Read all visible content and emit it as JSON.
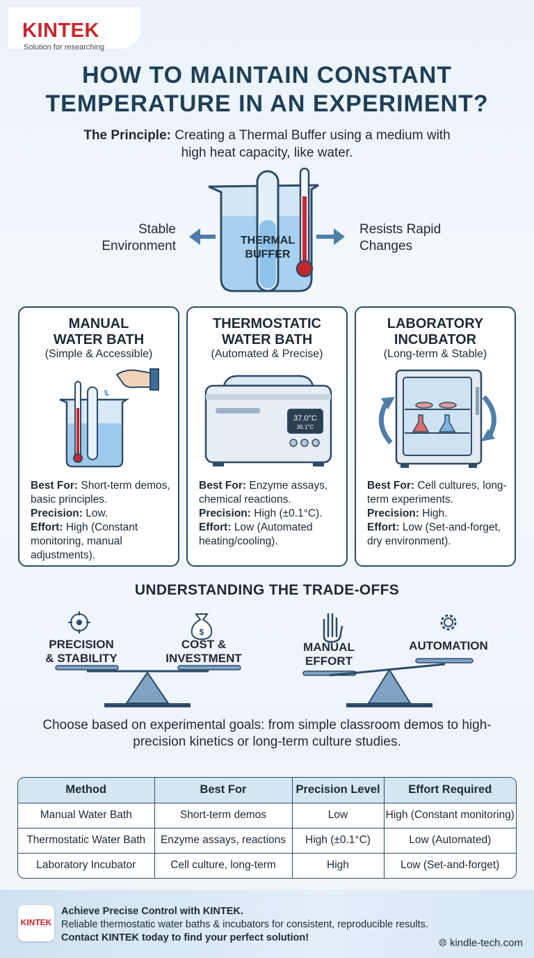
{
  "brand": {
    "logo_word": "KINTEK",
    "tagline": "Solution for researching",
    "accent": "#c8262d",
    "navy": "#1f3f57"
  },
  "header": {
    "title_line1": "HOW TO MAINTAIN CONSTANT",
    "title_line2": "TEMPERATURE IN AN EXPERIMENT?"
  },
  "principle": {
    "label": "The Principle:",
    "text": "Creating a Thermal Buffer using a medium with high heat capacity, like water."
  },
  "buffer": {
    "left_label": "Stable Environment",
    "right_label": "Resists Rapid Changes",
    "center_label": "THERMAL BUFFER"
  },
  "cards": [
    {
      "title": "MANUAL WATER BATH",
      "subtitle": "(Simple & Accessible)",
      "best_for_label": "Best For:",
      "best_for": "Short-term demos, basic principles.",
      "precision_label": "Precision:",
      "precision": "Low.",
      "effort_label": "Effort:",
      "effort": "High (Constant monitoring, manual adjustments)."
    },
    {
      "title": "THERMOSTATIC WATER BATH",
      "subtitle": "(Automated & Precise)",
      "display_main": "37.0°C",
      "display_sub": "30.1°C",
      "best_for_label": "Best For:",
      "best_for": "Enzyme assays, chemical reactions.",
      "precision_label": "Precision:",
      "precision": "High (±0.1°C).",
      "effort_label": "Effort:",
      "effort": "Low (Automated heating/cooling)."
    },
    {
      "title": "LABORATORY INCUBATOR",
      "subtitle": "(Long-term & Stable)",
      "best_for_label": "Best For:",
      "best_for": "Cell cultures, long-term experiments.",
      "precision_label": "Precision:",
      "precision": "High.",
      "effort_label": "Effort:",
      "effort": "Low (Set-and-forget, dry environment)."
    }
  ],
  "tradeoffs": {
    "title": "UNDERSTANDING THE TRADE-OFFS",
    "scale1": {
      "left": "PRECISION & STABILITY",
      "right": "COST & INVESTMENT"
    },
    "scale2": {
      "left": "MANUAL EFFORT",
      "right": "AUTOMATION"
    },
    "summary": "Choose based on experimental goals: from simple classroom demos to high-precision kinetics or long-term culture studies."
  },
  "table": {
    "headers": [
      "Method",
      "Best For",
      "Precision Level",
      "Effort Required"
    ],
    "rows": [
      [
        "Manual Water Bath",
        "Short-term demos",
        "Low",
        "High (Constant monitoring)"
      ],
      [
        "Thermostatic Water Bath",
        "Enzyme assays, reactions",
        "High (±0.1°C)",
        "Low (Automated)"
      ],
      [
        "Laboratory Incubator",
        "Cell culture, long-term",
        "High",
        "Low (Set-and-forget)"
      ]
    ]
  },
  "footer": {
    "logo_word": "KINTEK",
    "line1": "Achieve Precise Control with KINTEK.",
    "line2": "Reliable thermostatic water baths & incubators for consistent, reproducible results.",
    "line3": "Contact KINTEK today to find your perfect solution!",
    "site": "kindle-tech.com"
  }
}
